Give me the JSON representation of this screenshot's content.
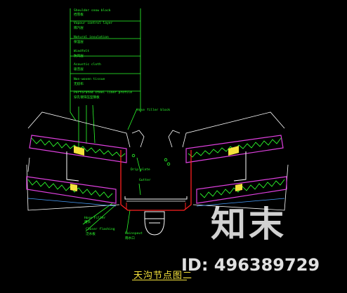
{
  "labels_top": [
    {
      "en": "Shoulder snow block",
      "cn": "挡雪板"
    },
    {
      "en": "Vapour control layer",
      "cn": "隔汽层"
    },
    {
      "en": "Natural insulation",
      "cn": "保温层"
    },
    {
      "en": "Windfelt",
      "cn": "防风层"
    },
    {
      "en": "Acoustic cloth",
      "cn": "吸音层"
    },
    {
      "en": "Non-woven tissue",
      "cn": "无纺布"
    },
    {
      "en": "Perforated steel liner profile",
      "cn": "穿孔镀锌压型钢板"
    }
  ],
  "labels_mid": [
    {
      "text": "Hose filler block"
    },
    {
      "text": "Drip plate"
    },
    {
      "text": "Gutter"
    }
  ],
  "labels_bottom": [
    {
      "en": "Hose Filler",
      "cn": "堵头"
    },
    {
      "en": "Closer flashing",
      "cn": "泛水板"
    },
    {
      "en": "Rainspout",
      "cn": "雨水口"
    }
  ],
  "title": "天沟节点图二",
  "watermark": {
    "brand": "知末",
    "id": "ID: 496389729"
  },
  "colors": {
    "label": "#2dff2d",
    "magenta": "#e040e0",
    "red": "#ff2020",
    "yellow": "#f5e23c",
    "white": "#ffffff",
    "background": "#000000"
  }
}
